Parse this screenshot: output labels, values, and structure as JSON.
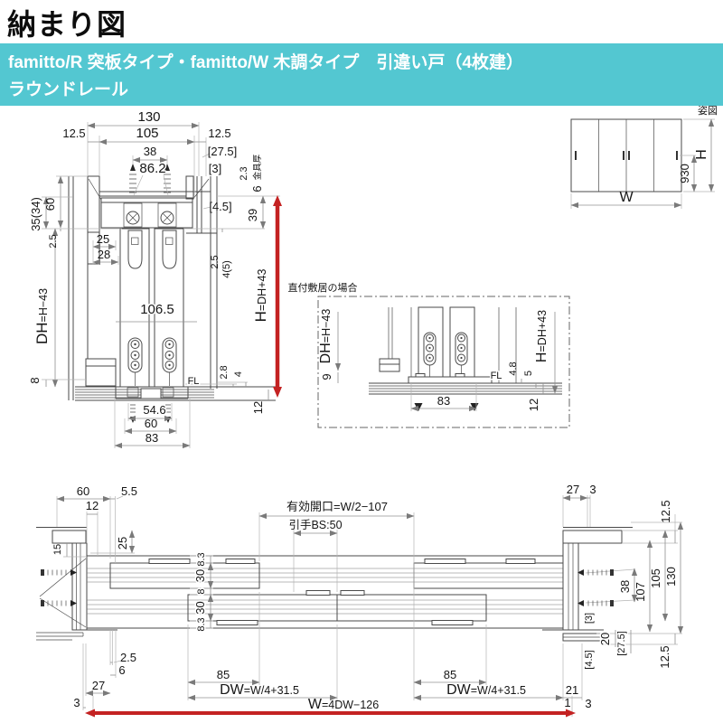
{
  "title": "納まり図",
  "header": {
    "line1": "famitto/R 突板タイプ・famitto/W 木調タイプ　引違い戸（4枚建）",
    "line2": "ラウンドレール"
  },
  "colors": {
    "header_bg": "#53c7d1",
    "header_text": "#ffffff",
    "accent_red": "#c42222"
  },
  "section": {
    "d130": "130",
    "d12_5_left": "12.5",
    "d105": "105",
    "d12_5_right": "12.5",
    "d38": "38",
    "d27_5": "[27.5]",
    "d86_2": "86.2",
    "d3": "[3]",
    "d2_3": "2.3",
    "bracket": "金具厚",
    "d6": "6",
    "d4_5": "[4.5]",
    "d39": "39",
    "d60_side": "60",
    "d35": "35(34)",
    "d2_5_left": "2.5",
    "d25": "25",
    "d28": "28",
    "d2_5_right": "2.5",
    "d4_5b": "4(5)",
    "dh_big": "DH",
    "dh_rest": "=H−43",
    "d8": "8",
    "d106_5": "106.5",
    "fl": "FL",
    "d2_8": "2.8",
    "d4": "4",
    "h_big": "H",
    "h_rest": "=DH+43",
    "d12": "12",
    "d54_6": "54.6",
    "d60_bottom": "60",
    "d83": "83"
  },
  "inset": {
    "title": "直付敷居の場合",
    "dh_big": "DH",
    "dh_rest": "=H−43",
    "d9": "9",
    "fl": "FL",
    "d4_8": "4.8",
    "d5": "5",
    "h_big": "H",
    "h_rest": "=DH+43",
    "d83": "83",
    "d12": "12"
  },
  "elevation": {
    "label": "姿図",
    "w": "W",
    "h": "H",
    "d930": "930"
  },
  "plan": {
    "d60": "60",
    "d5_5": "5.5",
    "d12": "12",
    "d15": "15",
    "d25": "25",
    "d8_3_top": "8.3",
    "d30_top": "30",
    "d8": "8",
    "d30_bottom": "30",
    "d8_3_bottom": "8.3",
    "opening": "有効開口=W/2−107",
    "handle": "引手BS:50",
    "d27_top": "27",
    "d3_top": "3",
    "d12_5_top": "12.5",
    "d38": "38",
    "d107": "107",
    "d105": "105",
    "d130": "130",
    "d3_bracket": "[3]",
    "d20": "20",
    "d27_5": "[27.5]",
    "d4_5": "[4.5]",
    "d12_5_bottom": "12.5",
    "d2_5": "2.5",
    "d6": "6",
    "d27": "27",
    "d3_left": "3",
    "d85_left": "85",
    "dw_big": "DW",
    "dw_rest": "=W/4+31.5",
    "d85_right": "85",
    "d21": "21",
    "d1": "1",
    "d3_right": "3",
    "w_big": "W",
    "w_rest": "=4DW−126"
  }
}
